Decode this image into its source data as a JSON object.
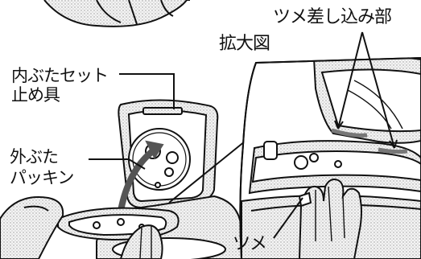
{
  "labels": {
    "zoom_view": "拡大図",
    "claw_insert_part": "ツメ差し込み部",
    "inner_lid_set_line1": "内ぶたセット",
    "inner_lid_set_line2": "止め具",
    "outer_lid_line1": "外ぶた",
    "outer_lid_line2": "パッキン",
    "claw": "ツメ"
  },
  "colors": {
    "line": "#111111",
    "shade": "#cfcfcf",
    "light_shade": "#e6e6e6",
    "background": "#ffffff"
  }
}
